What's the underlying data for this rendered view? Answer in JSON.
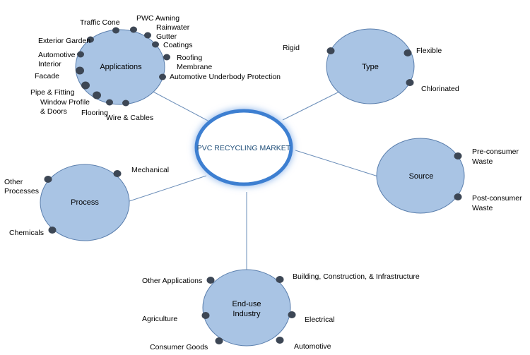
{
  "colors": {
    "bubble_fill": "#a9c4e4",
    "bubble_stroke": "#5b7fad",
    "dot_fill": "#3d4755",
    "connector": "#6a8db8",
    "center_ring": "#3d7fd1",
    "center_glow": "#8fb6ea"
  },
  "center": {
    "label": "PVC RECYCLING  MARKET"
  },
  "nodes": {
    "applications": {
      "title": "Applications",
      "items": [
        "Traffic Cone",
        "PWC Awning",
        "Rainwater",
        "Gutter",
        "Coatings",
        "Roofing",
        "Membrane",
        "Automotive Underbody Protection",
        "Exterior Garden",
        "Automotive",
        "Interior",
        "Facade",
        "Pipe & Fitting",
        "Window Profile",
        "& Doors",
        "Flooring",
        "Wire & Cables"
      ]
    },
    "type": {
      "title": "Type",
      "items": [
        "Rigid",
        "Flexible",
        "Chlorinated"
      ]
    },
    "source": {
      "title": "Source",
      "items": [
        "Pre-consumer",
        "Waste",
        "Post-consumer",
        "Waste"
      ]
    },
    "process": {
      "title": "Process",
      "items": [
        "Mechanical",
        "Other",
        "Processes",
        "Chemicals"
      ]
    },
    "end_use": {
      "title_line1": "End-use",
      "title_line2": "Industry",
      "items": [
        "Other Applications",
        "Building, Construction, & Infrastructure",
        "Agriculture",
        "Electrical",
        "Consumer Goods",
        "Automotive"
      ]
    }
  }
}
